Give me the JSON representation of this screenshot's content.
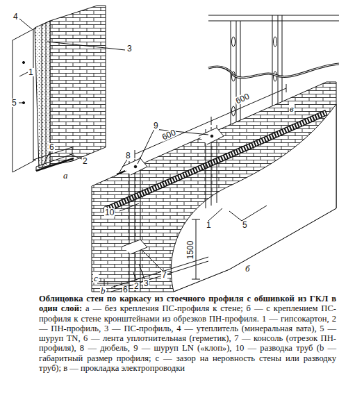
{
  "diagram": {
    "title": "Облицовка стен по каркасу из стоечного профиля с обшивкой из ГКЛ в один слой:",
    "caption": "а — без крепления ПС-профиля к стене; б — с креплением ПС-профиля к стене кронштейнами из обрезков ПН-профиля. 1 — гипсокартон, 2 — ПН-профиль, 3 — ПС-профиль, 4 — утеплитель (минеральная вата), 5 — шуруп TN, 6 — лента уплотнительная (герметик), 7 — консоль (отрезок ПН-профиля), 8 — дюбель, 9 — шуруп LN («клоп»), 10 — разводка труб (b — габаритный размер профиля; c — зазор на неровность стены или разводку труб); в — прокладка электропроводки",
    "labels": [
      "4",
      "3",
      "1",
      "5",
      "6",
      "2",
      "а",
      "600",
      "600",
      "9",
      "8",
      "10",
      "5",
      "1",
      "1500",
      "7",
      "3",
      "2",
      "6",
      "c",
      "b",
      "б",
      "в"
    ]
  }
}
